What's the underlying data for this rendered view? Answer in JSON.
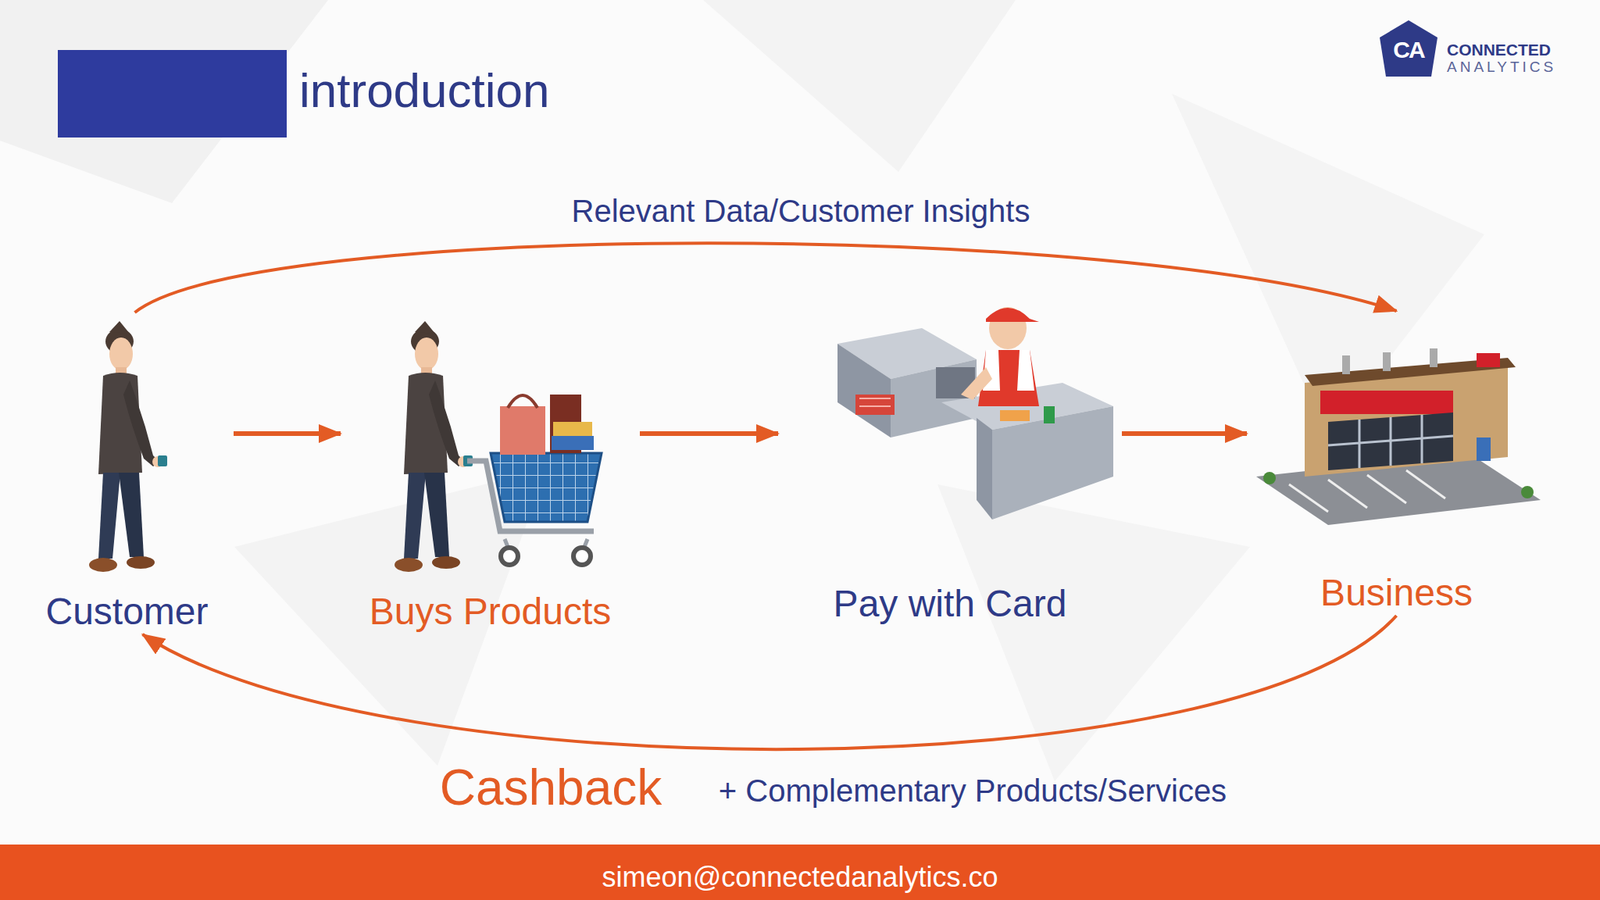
{
  "diagram": {
    "title": "introduction",
    "nodes": [
      {
        "text": [
          "Customer"
        ]
      },
      {
        "text": [
          "Buys Products"
        ]
      },
      {
        "text": [
          "Pay with Card"
        ]
      },
      {
        "text": [
          "Business"
        ]
      }
    ],
    "edges": [
      {
        "from": 0,
        "to": 1,
        "arrow": "to"
      },
      {
        "from": 1,
        "to": 2,
        "arrow": "to"
      },
      {
        "from": 2,
        "to": 3,
        "arrow": "to"
      },
      {
        "from": 0,
        "to": 3,
        "label": "Relevant Data/Customer Insights",
        "arrow": "to"
      },
      {
        "from": 3,
        "to": 0,
        "label": "Cashback",
        "arrow": "to"
      }
    ],
    "labels": [
      "CA",
      "CONNECTED",
      "ANALYTICS",
      "+ Complementary Products/Services",
      "simeon@connectedanalytics.co"
    ]
  }
}
